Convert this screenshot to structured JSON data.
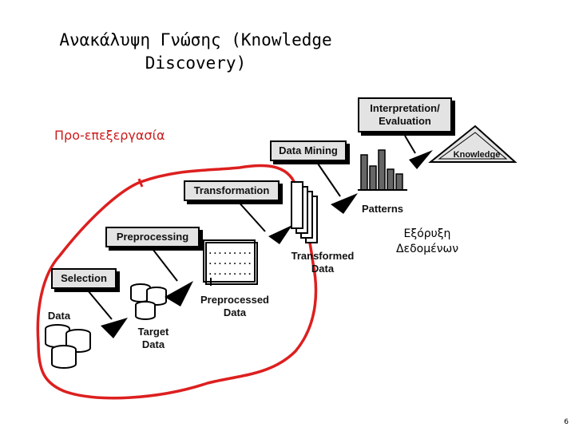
{
  "title": {
    "line1": "Ανακάλυψη Γνώσης (Knowledge",
    "line2": "Discovery)"
  },
  "preprocessing_label": "Προ-επεξεργασία",
  "data_mining_label": {
    "line1": "Εξόρυξη",
    "line2": "Δεδομένων"
  },
  "steps": {
    "interpretation": {
      "line1": "Interpretation/",
      "line2": "Evaluation"
    },
    "data_mining": "Data Mining",
    "transformation": "Transformation",
    "preprocessing": "Preprocessing",
    "selection": "Selection"
  },
  "knowledge": "Knowledge",
  "artifacts": {
    "data": "Data",
    "target_data": {
      "line1": "Target",
      "line2": "Data"
    },
    "preprocessed_data": {
      "line1": "Preprocessed",
      "line2": "Data"
    },
    "transformed_data": {
      "line1": "Transformed",
      "line2": "Data"
    },
    "patterns": "Patterns"
  },
  "table_cells": [
    "...",
    "...",
    "...",
    "...",
    "...",
    "...",
    "...",
    "...",
    "..."
  ],
  "page_number": "6",
  "colors": {
    "outline": "#dd1f1f",
    "box_fill": "#e3e3e3",
    "red_text": "#cc1b1b"
  }
}
